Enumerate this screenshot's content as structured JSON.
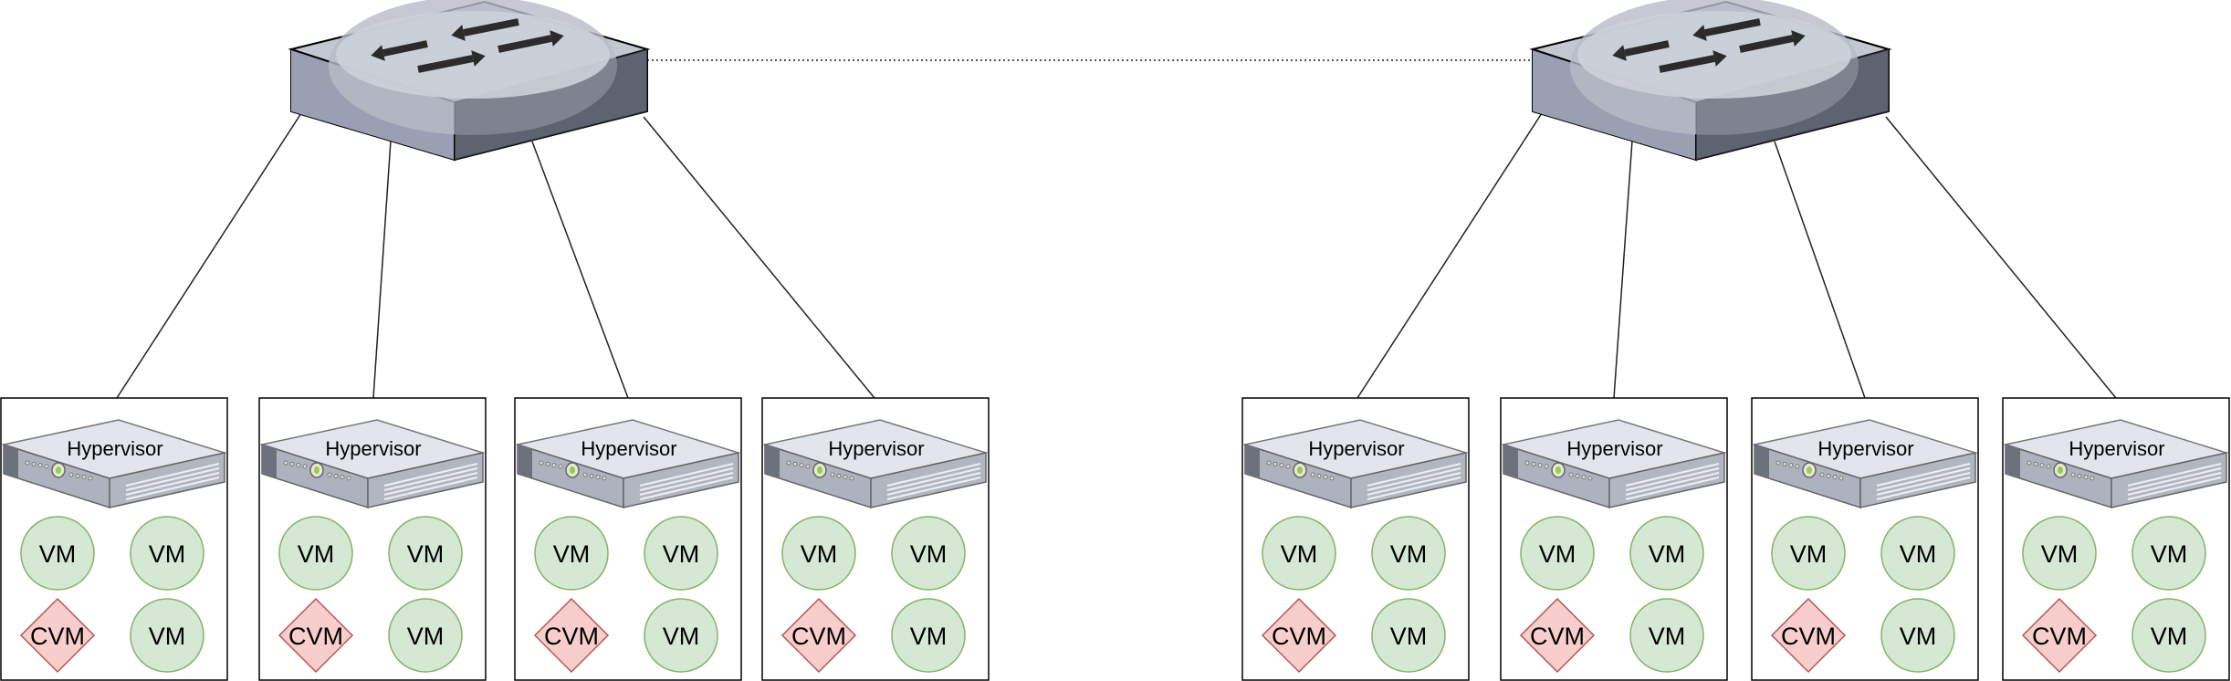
{
  "colors": {
    "background": "#ffffff",
    "box_stroke": "#000000",
    "link_line": "#222222",
    "vm_fill": "#d5e8d4",
    "vm_stroke": "#82b366",
    "cvm_fill": "#f8cecc",
    "cvm_stroke": "#b85450",
    "switch_top": "#c3c7d1",
    "switch_front": "#9aa0b1",
    "switch_side": "#5f6370",
    "server_top": "#e3e5ec",
    "server_front": "#aeb2bf",
    "server_side": "#6d717c"
  },
  "icons": {
    "switch": "network-switch-icon",
    "server": "rack-server-icon"
  },
  "switches": [
    {
      "id": "left"
    },
    {
      "id": "right"
    }
  ],
  "switch_interconnect": {
    "style": "dotted"
  },
  "nodes": [
    {
      "switch": 0,
      "hypervisor_label": "Hypervisor",
      "vms": [
        "VM",
        "VM",
        "CVM",
        "VM"
      ]
    },
    {
      "switch": 0,
      "hypervisor_label": "Hypervisor",
      "vms": [
        "VM",
        "VM",
        "CVM",
        "VM"
      ]
    },
    {
      "switch": 0,
      "hypervisor_label": "Hypervisor",
      "vms": [
        "VM",
        "VM",
        "CVM",
        "VM"
      ]
    },
    {
      "switch": 0,
      "hypervisor_label": "Hypervisor",
      "vms": [
        "VM",
        "VM",
        "CVM",
        "VM"
      ]
    },
    {
      "switch": 1,
      "hypervisor_label": "Hypervisor",
      "vms": [
        "VM",
        "VM",
        "CVM",
        "VM"
      ]
    },
    {
      "switch": 1,
      "hypervisor_label": "Hypervisor",
      "vms": [
        "VM",
        "VM",
        "CVM",
        "VM"
      ]
    },
    {
      "switch": 1,
      "hypervisor_label": "Hypervisor",
      "vms": [
        "VM",
        "VM",
        "CVM",
        "VM"
      ]
    },
    {
      "switch": 1,
      "hypervisor_label": "Hypervisor",
      "vms": [
        "VM",
        "VM",
        "CVM",
        "VM"
      ]
    }
  ]
}
